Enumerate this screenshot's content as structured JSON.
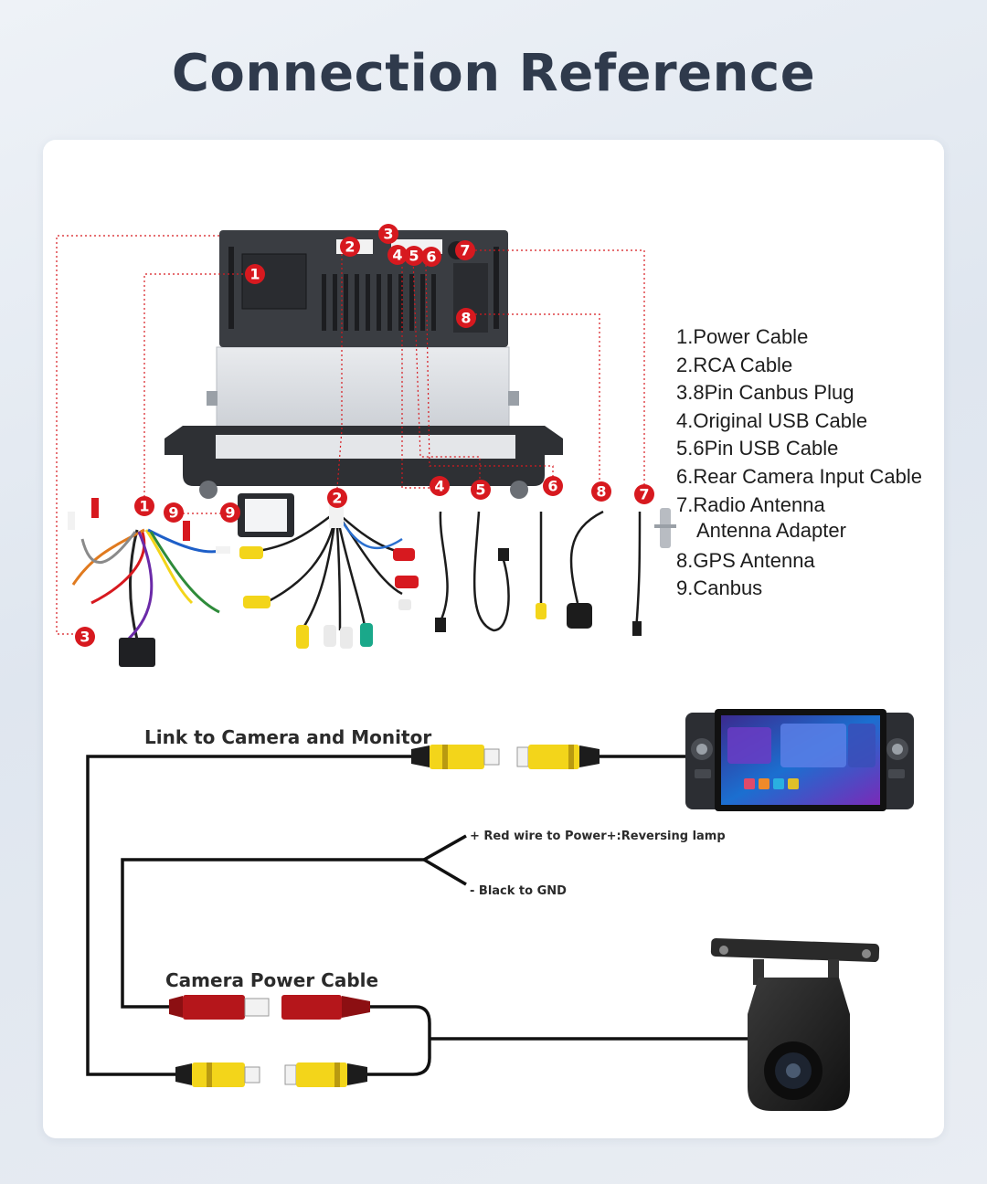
{
  "title": "Connection Reference",
  "legend": {
    "items": [
      {
        "label": "1.Power Cable"
      },
      {
        "label": "2.RCA Cable"
      },
      {
        "label": "3.8Pin Canbus Plug"
      },
      {
        "label": "4.Original USB Cable"
      },
      {
        "label": "5.6Pin USB Cable"
      },
      {
        "label": "6.Rear Camera Input Cable"
      },
      {
        "label": "7.Radio Antenna",
        "sub": "Antenna Adapter"
      },
      {
        "label": "8.GPS Antenna"
      },
      {
        "label": "9.Canbus"
      }
    ]
  },
  "badges": {
    "n1": "1",
    "n2": "2",
    "n3": "3",
    "n4": "4",
    "n5": "5",
    "n6": "6",
    "n7": "7",
    "n8": "8",
    "n9": "9"
  },
  "wiring": {
    "link_caption": "Link to Camera and Monitor",
    "power_caption": "Camera Power Cable",
    "red_wire_note": "+ Red wire to Power+:Reversing lamp",
    "black_wire_note": "- Black to GND"
  },
  "colors": {
    "badge_red": "#d7191f",
    "rca_yellow": "#f3d51a",
    "plug_red": "#b5161b",
    "unit_dark": "#3a3d42",
    "title": "#2f3a4c"
  }
}
